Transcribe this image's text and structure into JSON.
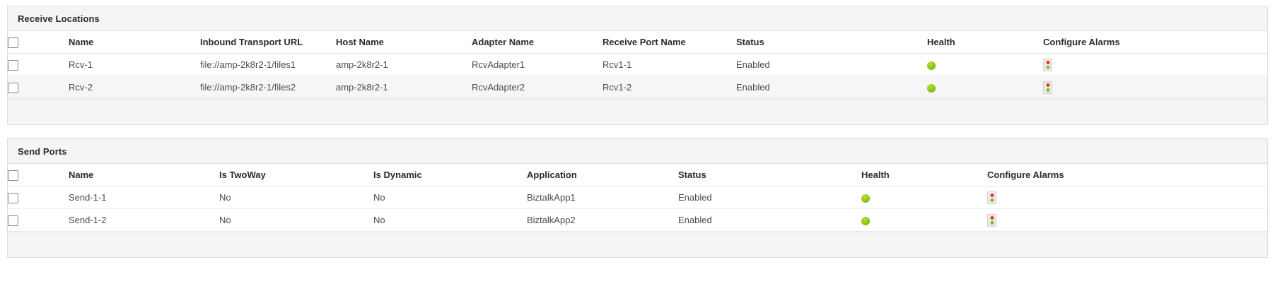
{
  "colors": {
    "panel_border": "#dddddd",
    "panel_header_bg": "#f5f5f5",
    "row_alt_bg": "#f6f6f6",
    "health_green": "#8fc318",
    "alarm_red": "#e03a21",
    "alarm_green": "#7fc11b",
    "text": "#4b4b4b",
    "heading_text": "#2b2b2b"
  },
  "panels": [
    {
      "id": "receive-locations",
      "title": "Receive Locations",
      "columns": [
        {
          "key": "select",
          "label": "",
          "align": "center",
          "icon": "checkbox-icon"
        },
        {
          "key": "name",
          "label": "Name",
          "align": "left"
        },
        {
          "key": "url",
          "label": "Inbound Transport URL",
          "align": "left"
        },
        {
          "key": "host",
          "label": "Host Name",
          "align": "left"
        },
        {
          "key": "adapter",
          "label": "Adapter Name",
          "align": "left"
        },
        {
          "key": "port",
          "label": "Receive Port Name",
          "align": "left"
        },
        {
          "key": "status",
          "label": "Status",
          "align": "left"
        },
        {
          "key": "health",
          "label": "Health",
          "align": "center"
        },
        {
          "key": "alarms",
          "label": "Configure Alarms",
          "align": "center"
        }
      ],
      "rows": [
        {
          "name": "Rcv-1",
          "url": "file://amp-2k8r2-1/files1",
          "host": "amp-2k8r2-1",
          "adapter": "RcvAdapter1",
          "port": "Rcv1-1",
          "status": "Enabled",
          "health": "green",
          "alarms": "configure-alarms-icon",
          "striped": false
        },
        {
          "name": "Rcv-2",
          "url": "file://amp-2k8r2-1/files2",
          "host": "amp-2k8r2-1",
          "adapter": "RcvAdapter2",
          "port": "Rcv1-2",
          "status": "Enabled",
          "health": "green",
          "alarms": "configure-alarms-icon",
          "striped": true
        }
      ]
    },
    {
      "id": "send-ports",
      "title": "Send Ports",
      "columns": [
        {
          "key": "select",
          "label": "",
          "align": "center",
          "icon": "checkbox-icon"
        },
        {
          "key": "name",
          "label": "Name",
          "align": "left"
        },
        {
          "key": "twoway",
          "label": "Is TwoWay",
          "align": "left"
        },
        {
          "key": "dynamic",
          "label": "Is Dynamic",
          "align": "left"
        },
        {
          "key": "app",
          "label": "Application",
          "align": "left"
        },
        {
          "key": "status",
          "label": "Status",
          "align": "left"
        },
        {
          "key": "health",
          "label": "Health",
          "align": "center"
        },
        {
          "key": "alarms",
          "label": "Configure Alarms",
          "align": "center"
        }
      ],
      "rows": [
        {
          "name": "Send-1-1",
          "twoway": "No",
          "dynamic": "No",
          "app": "BiztalkApp1",
          "status": "Enabled",
          "health": "green",
          "alarms": "configure-alarms-icon",
          "striped": false
        },
        {
          "name": "Send-1-2",
          "twoway": "No",
          "dynamic": "No",
          "app": "BiztalkApp2",
          "status": "Enabled",
          "health": "green",
          "alarms": "configure-alarms-icon",
          "striped": false
        }
      ]
    }
  ]
}
